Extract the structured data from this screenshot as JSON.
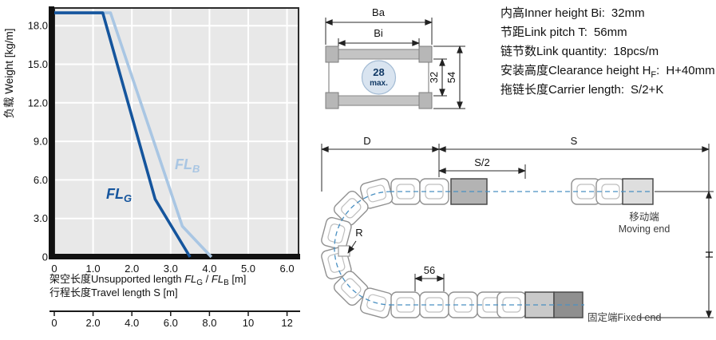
{
  "chart": {
    "ylabel": "负载 Weight  [kg/m]",
    "xcaption1": {
      "pre": "架空长度Unsupported length ",
      "fl1": "FL",
      "sub1": "G",
      "sep": " / ",
      "fl2": "FL",
      "sub2": "B",
      "post": " [m]"
    },
    "xcaption2": "行程长度Travel length S [m]",
    "flg_label": {
      "main": "FL",
      "sub": "G"
    },
    "flb_label": {
      "main": "FL",
      "sub": "B"
    }
  },
  "chart_data": {
    "type": "line",
    "title": "",
    "ylabel": "负载 Weight [kg/m]",
    "xlabel": "架空长度 Unsupported length FLG / FLB [m]",
    "xlabel2": "行程长度 Travel length S [m]",
    "xlim": [
      0,
      6.3
    ],
    "ylim": [
      0,
      19.4
    ],
    "grid": true,
    "plot_bg": "#e8e8e8",
    "x_ticks": [
      "0",
      "1.0",
      "2.0",
      "3.0",
      "4.0",
      "5.0",
      "6.0"
    ],
    "y_ticks": [
      "0",
      "3.0",
      "6.0",
      "9.0",
      "12.0",
      "15.0",
      "18.0"
    ],
    "s_ticks": [
      "0",
      "2.0",
      "4.0",
      "6.0",
      "8.0",
      "10",
      "12"
    ],
    "series": [
      {
        "name": "FLG",
        "color": "#15559d",
        "points": [
          [
            0,
            19
          ],
          [
            1.25,
            19
          ],
          [
            2.6,
            4.5
          ],
          [
            3.5,
            0
          ]
        ]
      },
      {
        "name": "FLB",
        "color": "#a9c6e3",
        "points": [
          [
            0,
            19
          ],
          [
            1.45,
            19
          ],
          [
            3.3,
            2.4
          ],
          [
            4.05,
            0
          ]
        ]
      }
    ]
  },
  "cross_section": {
    "dim_outer_width": "Ba",
    "dim_inner_width": "Bi",
    "dim_inner_height": "32",
    "dim_outer_height": "54",
    "hole_value": "28",
    "hole_unit": "max."
  },
  "specs": [
    {
      "label": "内高Inner height Bi:",
      "value": "32mm"
    },
    {
      "label": "节距Link pitch T:",
      "value": "56mm"
    },
    {
      "label": "链节数Link quantity:",
      "value": "18pcs/m"
    },
    {
      "label_pre": "安装高度Clearance height H",
      "label_sub": "F",
      "label_post": ":",
      "value": "H+40mm"
    },
    {
      "label": "拖链长度Carrier length:",
      "value": "S/2+K"
    }
  ],
  "chain": {
    "dim_d": "D",
    "dim_s": "S",
    "dim_s_half": "S/2",
    "dim_r": "R",
    "dim_pitch": "56",
    "dim_h": "H",
    "moving_end_zh": "移动端",
    "moving_end_en": "Moving end",
    "fixed_end": "固定端Fixed end"
  }
}
